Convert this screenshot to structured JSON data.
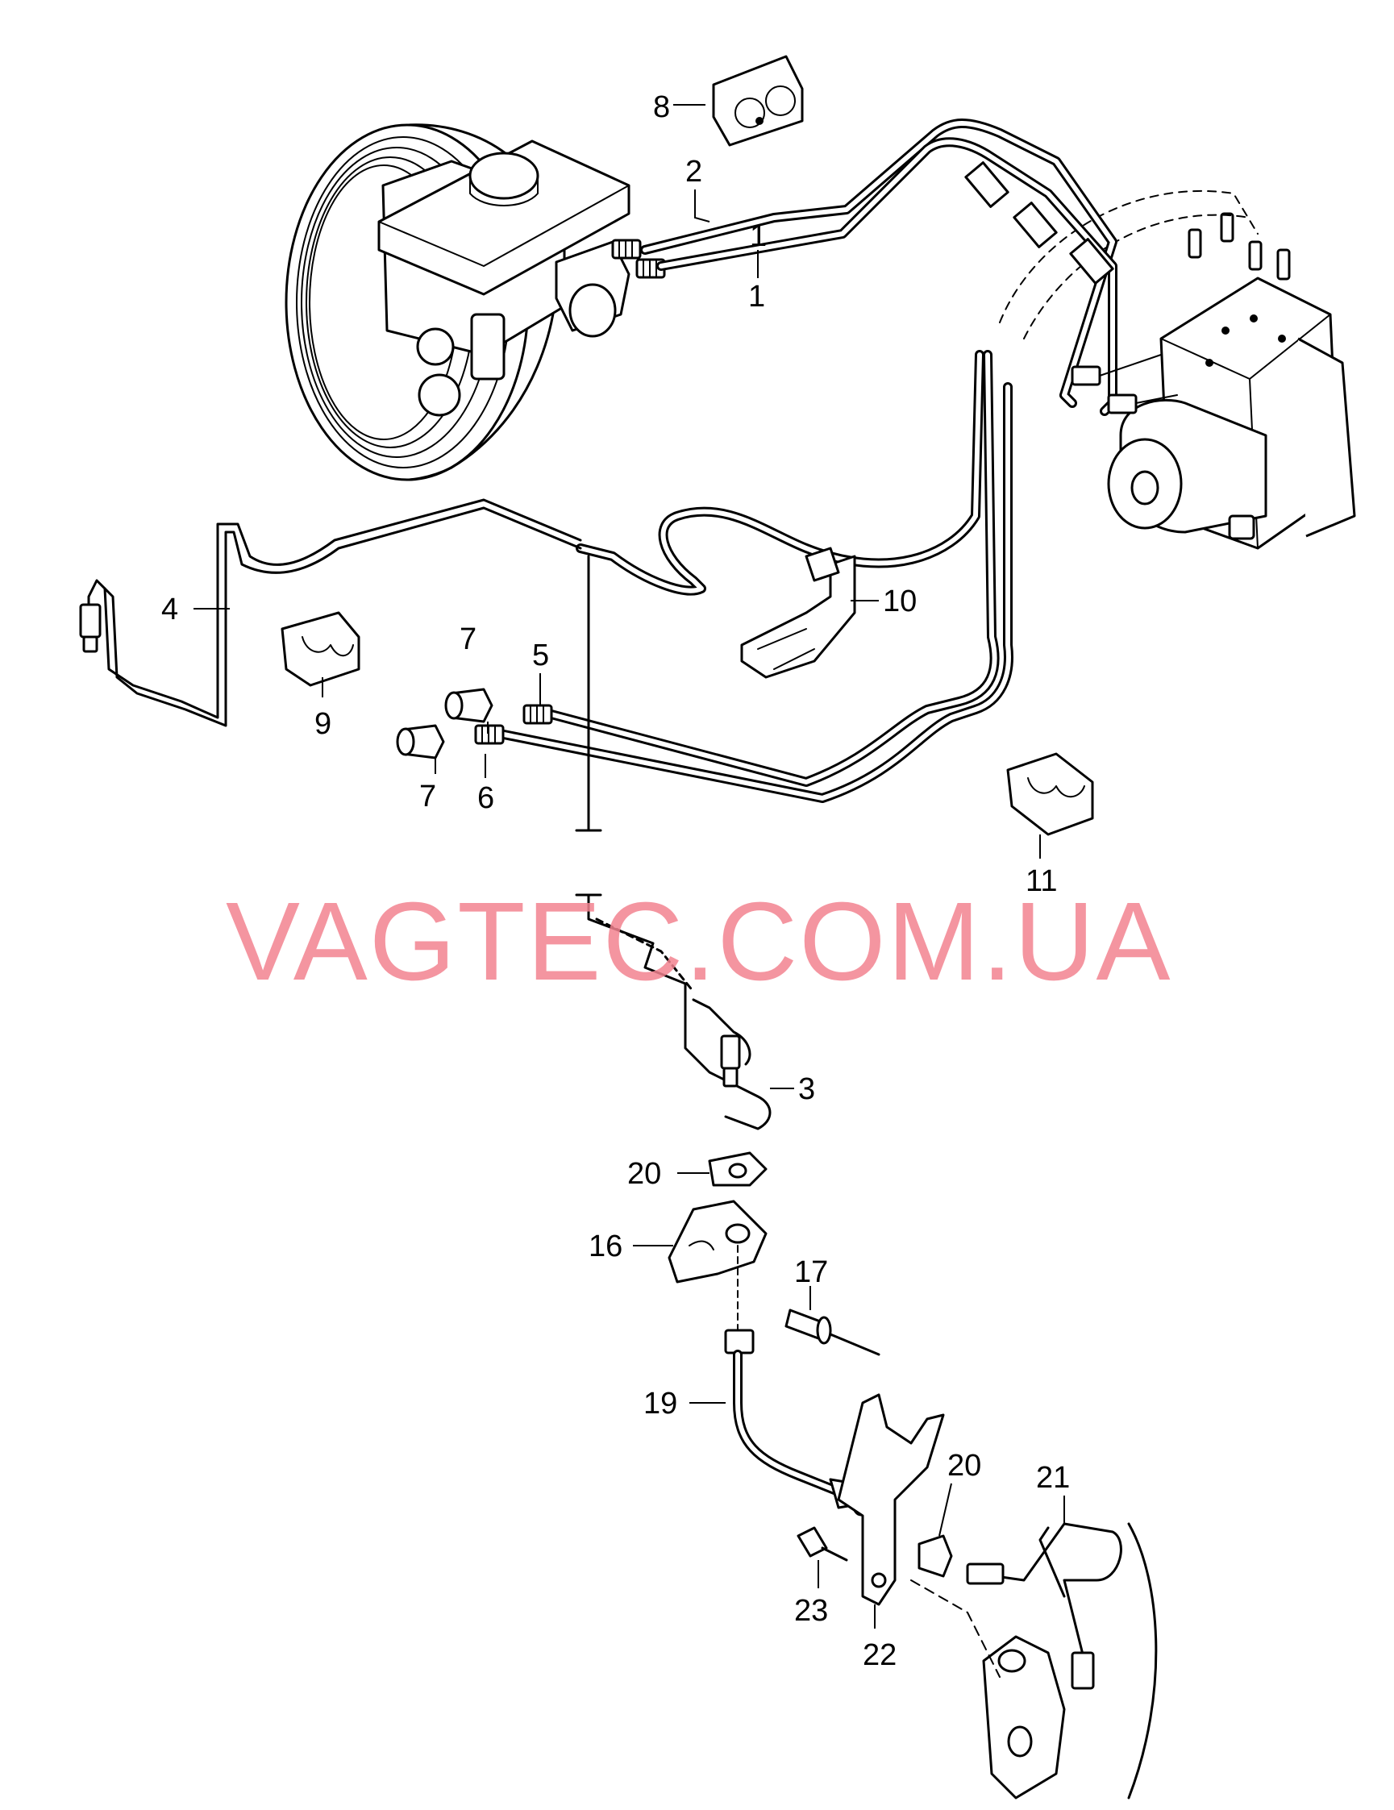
{
  "watermark": "VAGTEC.COM.UA",
  "callouts": [
    {
      "id": "c1a",
      "label": "1"
    },
    {
      "id": "c1b",
      "label": "1"
    },
    {
      "id": "c2",
      "label": "2"
    },
    {
      "id": "c3",
      "label": "3"
    },
    {
      "id": "c4",
      "label": "4"
    },
    {
      "id": "c5",
      "label": "5"
    },
    {
      "id": "c6",
      "label": "6"
    },
    {
      "id": "c7a",
      "label": "7"
    },
    {
      "id": "c7b",
      "label": "7"
    },
    {
      "id": "c8",
      "label": "8"
    },
    {
      "id": "c9",
      "label": "9"
    },
    {
      "id": "c10",
      "label": "10"
    },
    {
      "id": "c11",
      "label": "11"
    },
    {
      "id": "c16",
      "label": "16"
    },
    {
      "id": "c17",
      "label": "17"
    },
    {
      "id": "c19",
      "label": "19"
    },
    {
      "id": "c20a",
      "label": "20"
    },
    {
      "id": "c20b",
      "label": "20"
    },
    {
      "id": "c21",
      "label": "21"
    },
    {
      "id": "c22",
      "label": "22"
    },
    {
      "id": "c23",
      "label": "23"
    }
  ]
}
